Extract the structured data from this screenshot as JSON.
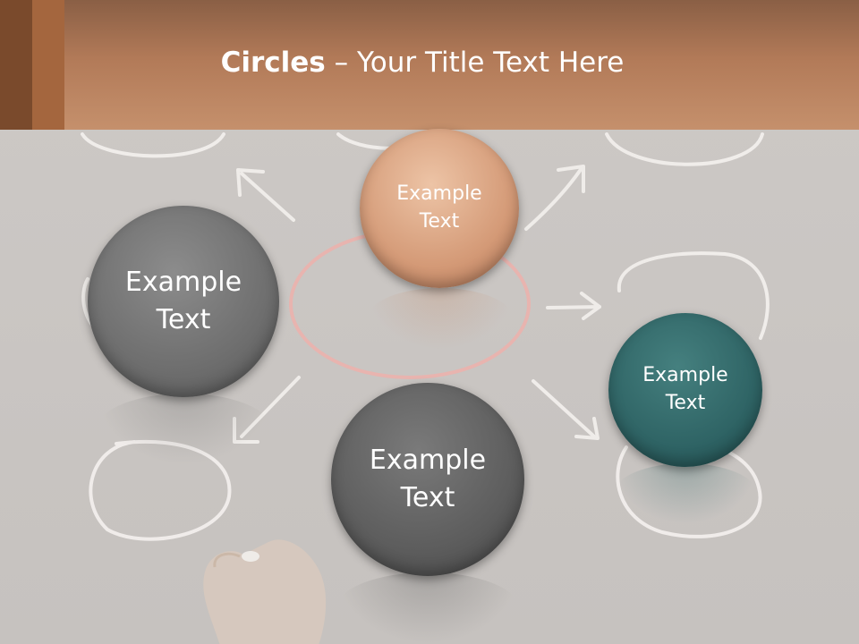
{
  "title": {
    "bold": "Circles",
    "rest": " – Your Title Text Here"
  },
  "bubbles": [
    {
      "label": "Example\nText",
      "color": "#d9a07e"
    },
    {
      "label": "Example\nText",
      "color": "#6e6e6e"
    },
    {
      "label": "Example\nText",
      "color": "#2f6465"
    },
    {
      "label": "Example\nText",
      "color": "#5d5d5d"
    }
  ]
}
